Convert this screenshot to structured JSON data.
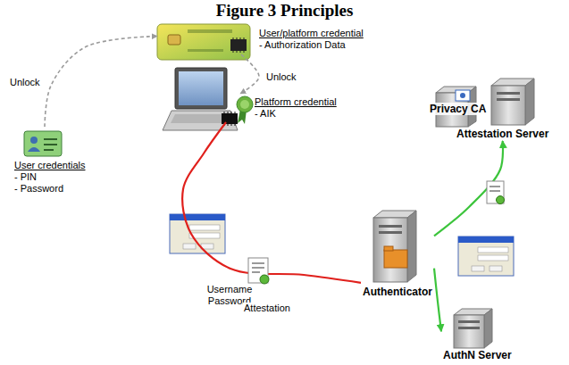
{
  "diagram": {
    "title": "Figure 3 Principles",
    "nodes": [
      {
        "text": [
          "User/platform credential",
          "- Authorization Data"
        ]
      },
      {
        "text": [
          "User credentials",
          "- PIN",
          "- Password"
        ]
      },
      {
        "text": [
          "Platform credential",
          "- AIK"
        ]
      },
      {
        "text": [
          "Authenticator"
        ]
      },
      {
        "text": [
          "Privacy CA"
        ]
      },
      {
        "text": [
          "Attestation Server"
        ]
      },
      {
        "text": [
          "AuthN Server"
        ]
      }
    ],
    "edges": [
      {
        "from": 1,
        "to": 0,
        "arrow": "to",
        "label": "Unlock"
      },
      {
        "from": 0,
        "to": 2,
        "arrow": "to",
        "label": "Unlock"
      },
      {
        "from": 2,
        "to": 3,
        "arrow": "none"
      },
      {
        "from": 3,
        "to": 5,
        "arrow": "to"
      },
      {
        "from": 3,
        "to": 6,
        "arrow": "to"
      }
    ],
    "labels": [
      "Username Password",
      "Attestation"
    ]
  }
}
